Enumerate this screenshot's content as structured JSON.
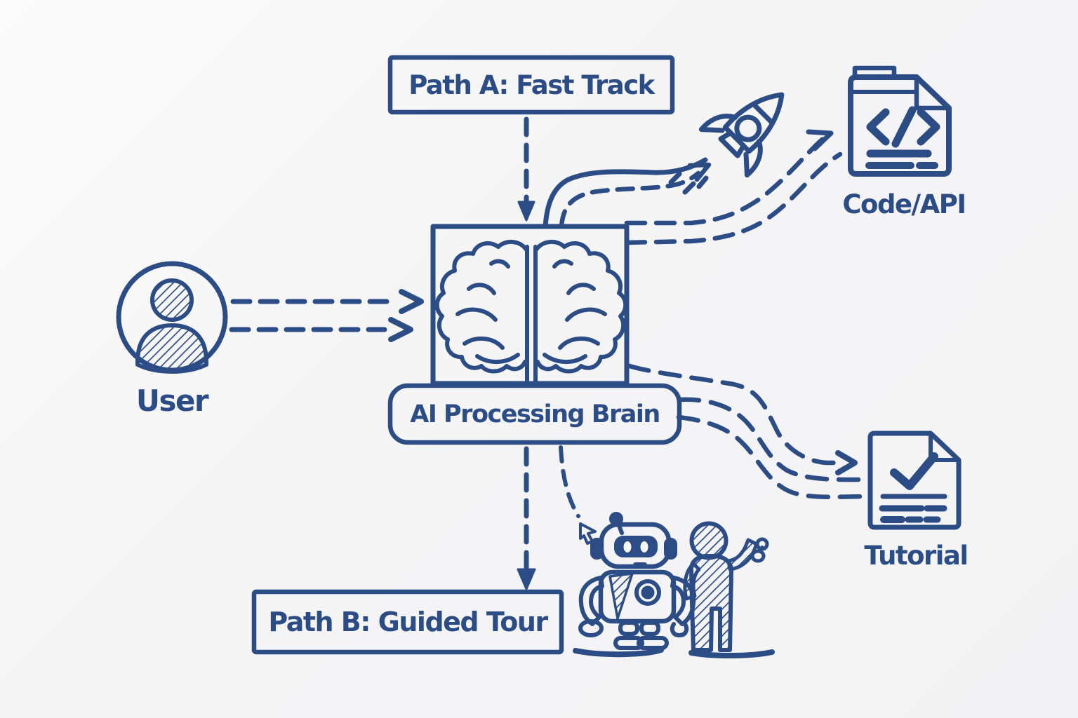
{
  "style": {
    "background": "#f6f6f6",
    "ink": "#2b4c84"
  },
  "nodes": {
    "path_a": "Path A: Fast Track",
    "path_b": "Path B: Guided Tour",
    "brain": "AI Processing Brain",
    "user": "User",
    "code_api": "Code/API",
    "tutorial": "Tutorial"
  },
  "icons": {
    "user": "user-avatar-icon",
    "brain": "brain-icon",
    "rocket": "rocket-icon",
    "code_api": "code-file-icon",
    "tutorial": "checklist-document-icon",
    "robot": "robot-icon",
    "person": "person-icon",
    "cursor": "cursor-icon"
  }
}
